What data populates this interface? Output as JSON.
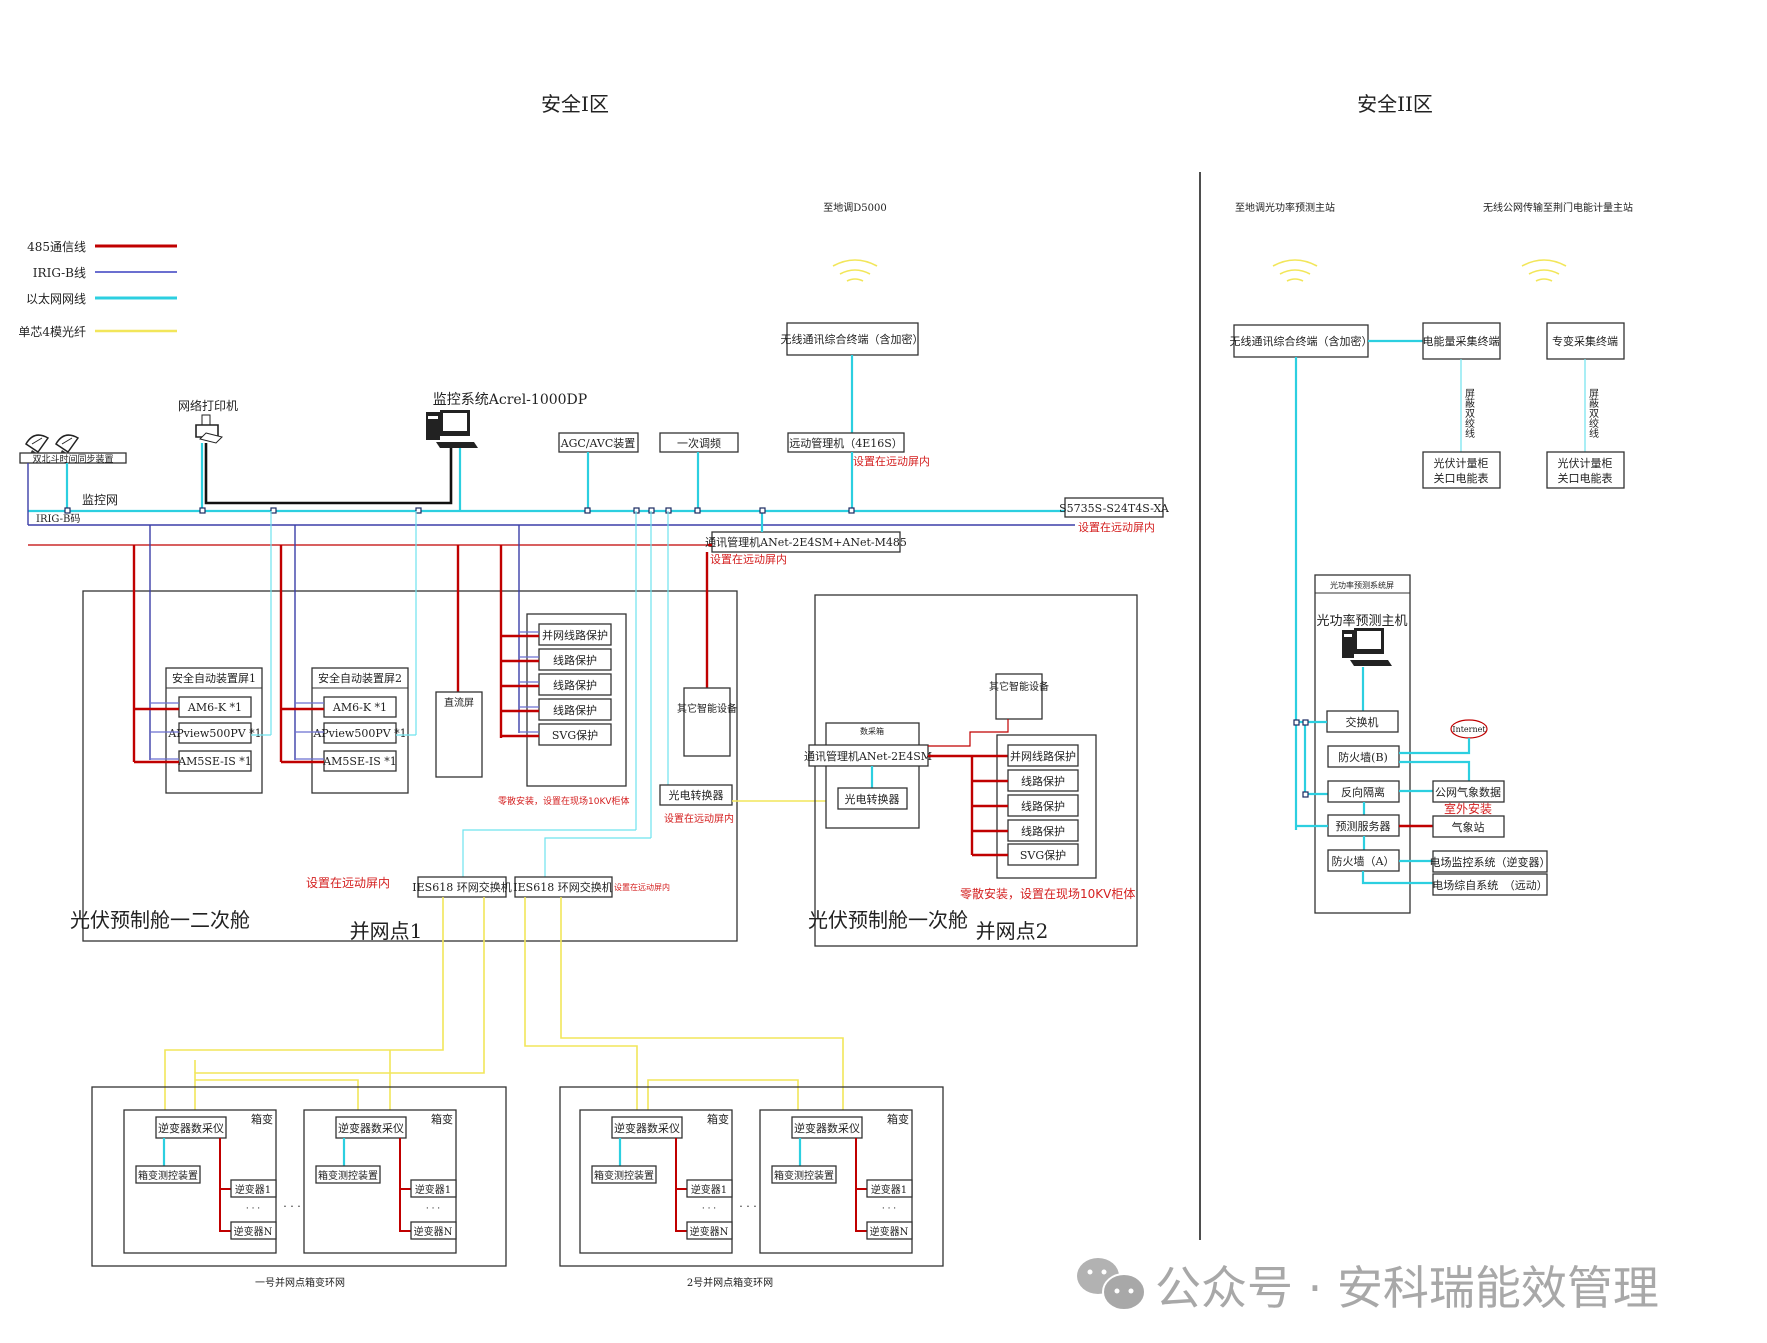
{
  "zones": {
    "zone1_title": "安全I区",
    "zone2_title": "安全II区"
  },
  "legend": [
    {
      "label": "485通信线",
      "color": "#c00000"
    },
    {
      "label": "IRIG-B线",
      "color": "#6b6fd0"
    },
    {
      "label": "以太网网线",
      "color": "#2ccfe0"
    },
    {
      "label": "单芯4模光纤",
      "color": "#f2e65a"
    }
  ],
  "zone1": {
    "gps_device": "双北斗时间同步装置",
    "printer": "网络打印机",
    "monitor_system": "监控系统Acrel-1000DP",
    "monitor_net": "监控网",
    "irig_bus": "IRIG-B码",
    "agc_avc": "AGC/AVC装置",
    "freq_reg": "一次调频",
    "remote_mgr": "远动管理机（4E16S）",
    "remote_mgr_note": "设置在远动屏内",
    "to_dispatch": "至地调D5000",
    "wireless_terminal": "无线通讯综合终端（含加密）",
    "switch": "S5735S-S24T4S-XA",
    "switch_note": "设置在远动屏内",
    "comm_mgr": "通讯管理机ANet-2E4SM+ANet-M485",
    "comm_mgr_note": "设置在远动屏内",
    "cabin1": {
      "title": "光伏预制舱一二次舱",
      "grid_point": "并网点1",
      "panel1": {
        "title": "安全自动装置屏1",
        "items": [
          "AM6-K *1",
          "APview500PV *1",
          "AM5SE-IS *1"
        ]
      },
      "panel2": {
        "title": "安全自动装置屏2",
        "items": [
          "AM6-K *1",
          "APview500PV *1",
          "AM5SE-IS *1"
        ]
      },
      "dc_panel": "直流屏",
      "protections": [
        "并网线路保护",
        "线路保护",
        "线路保护",
        "线路保护",
        "SVG保护"
      ],
      "protections_note": "零散安装，设置在现场10KV柜体",
      "other_devices": "其它智能设备",
      "oe_converter": "光电转换器",
      "oe_converter_note": "设置在远动屏内",
      "ring_switch_note_left": "设置在远动屏内",
      "ring_switch_1": "IES618 环网交换机",
      "ring_switch_2": "IES618 环网交换机",
      "ring_switch_note_right": "设置在远动屏内"
    },
    "cabin2": {
      "title": "光伏预制舱一次舱",
      "grid_point": "并网点2",
      "collect_box": "数采箱",
      "comm_mgr": "通讯管理机ANet-2E4SM",
      "oe_converter": "光电转换器",
      "other_devices": "其它智能设备",
      "protections": [
        "并网线路保护",
        "线路保护",
        "线路保护",
        "线路保护",
        "SVG保护"
      ],
      "protections_note": "零散安装，设置在现场10KV柜体"
    },
    "ring1": {
      "caption": "一号并网点箱变环网",
      "boxes": [
        {
          "tag": "箱变",
          "collector": "逆变器数采仪",
          "monitor": "箱变测控装置",
          "inv_first": "逆变器1",
          "inv_last": "逆变器N",
          "dots": "· · ·"
        },
        {
          "tag": "箱变",
          "collector": "逆变器数采仪",
          "monitor": "箱变测控装置",
          "inv_first": "逆变器1",
          "inv_last": "逆变器N",
          "dots": "· · ·"
        }
      ],
      "between": "· · ·"
    },
    "ring2": {
      "caption": "2号并网点箱变环网",
      "boxes": [
        {
          "tag": "箱变",
          "collector": "逆变器数采仪",
          "monitor": "箱变测控装置",
          "inv_first": "逆变器1",
          "inv_last": "逆变器N",
          "dots": "· · ·"
        },
        {
          "tag": "箱变",
          "collector": "逆变器数采仪",
          "monitor": "箱变测控装置",
          "inv_first": "逆变器1",
          "inv_last": "逆变器N",
          "dots": "· · ·"
        }
      ],
      "between": "· · ·"
    }
  },
  "zone2": {
    "to_forecast_station": "至地调光功率预测主站",
    "to_metering_station": "无线公网传输至荆门电能计量主站",
    "wireless_terminal": "无线通讯综合终端（含加密）",
    "energy_collector": "电能量采集终端",
    "special_collector": "专变采集终端",
    "twisted_pair_1": "屏蔽双绞线",
    "twisted_pair_2": "屏蔽双绞线",
    "meter_1": [
      "光伏计量柜",
      "关口电能表"
    ],
    "meter_2": [
      "光伏计量柜",
      "关口电能表"
    ],
    "forecast_cabinet": "光功率预测系统屏",
    "forecast_host": "光功率预测主机",
    "switch": "交换机",
    "firewall_b": "防火墙(B)",
    "reverse_isolation": "反向隔离",
    "forecast_server": "预测服务器",
    "firewall_a": "防火墙（A）",
    "internet": "Internet",
    "public_weather": "公网气象数据",
    "outdoor_note": "室外安装",
    "weather_station": "气象站",
    "plant_monitor": "电场监控系统（逆变器）",
    "plant_automation": "电场综自系统　（远动）"
  },
  "watermark": {
    "text": "公众号 · 安科瑞能效管理",
    "icon": "wechat-icon"
  }
}
